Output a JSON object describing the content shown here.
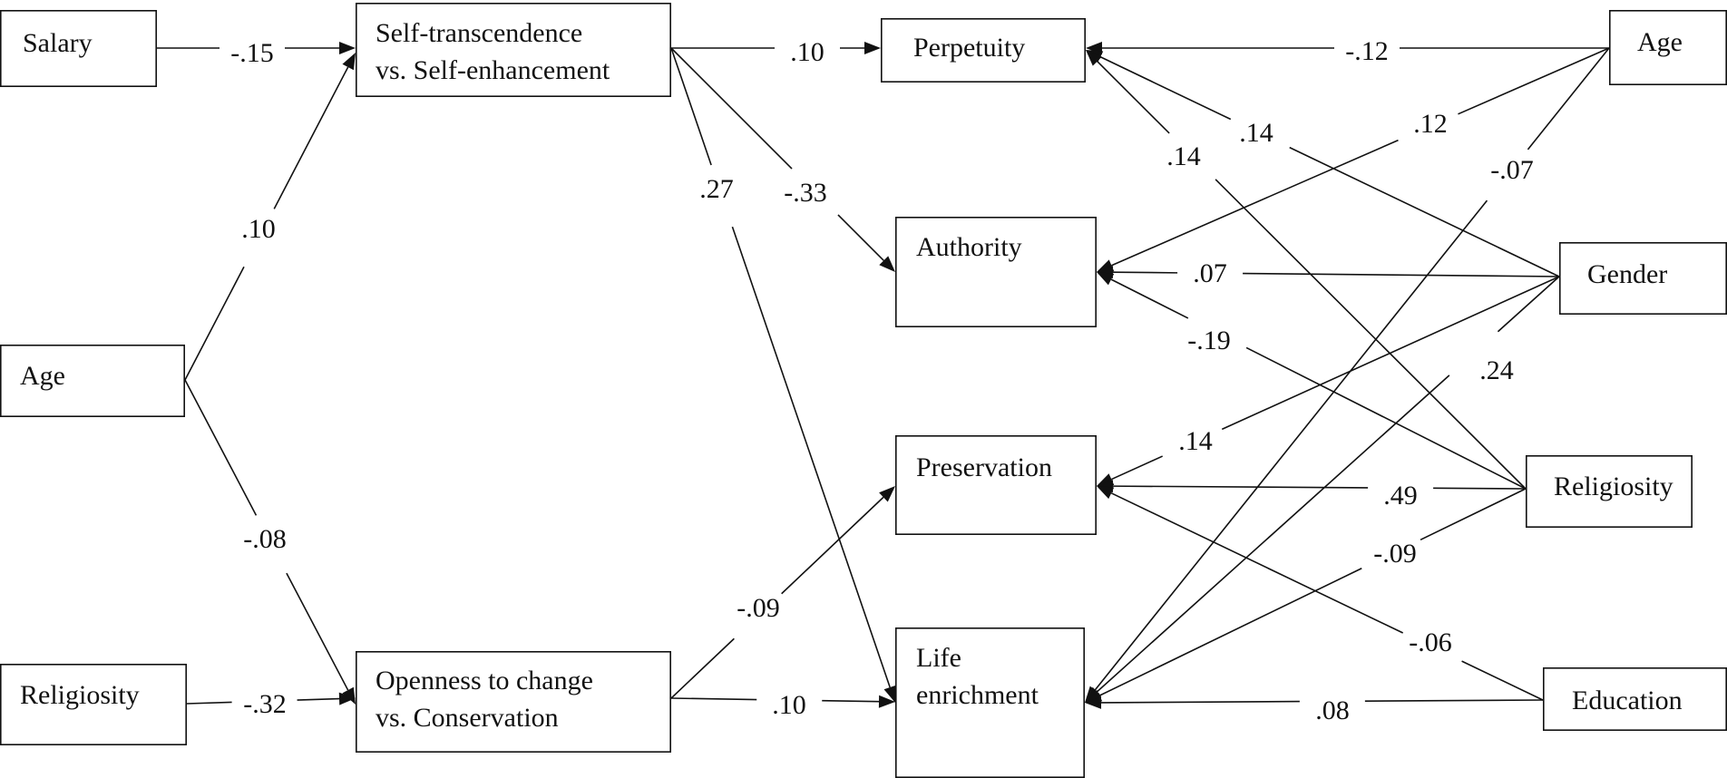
{
  "nodes": {
    "salary": [
      "Salary"
    ],
    "age_left": [
      "Age"
    ],
    "religiosity_left": [
      "Religiosity"
    ],
    "self_transcendence": [
      "Self-transcendence",
      "vs. Self-enhancement"
    ],
    "openness": [
      "Openness to change",
      "vs. Conservation"
    ],
    "perpetuity": [
      "Perpetuity"
    ],
    "authority": [
      "Authority"
    ],
    "preservation": [
      "Preservation"
    ],
    "life_enrichment": [
      "Life",
      "enrichment"
    ],
    "age_right": [
      "Age"
    ],
    "gender": [
      "Gender"
    ],
    "religiosity_right": [
      "Religiosity"
    ],
    "education": [
      "Education"
    ]
  },
  "edges": [
    {
      "from": "salary",
      "to": "self_transcendence",
      "label": "-.15"
    },
    {
      "from": "age_left",
      "to": "self_transcendence",
      "label": ".10"
    },
    {
      "from": "age_left",
      "to": "openness",
      "label": "-.08"
    },
    {
      "from": "religiosity_left",
      "to": "openness",
      "label": "-.32"
    },
    {
      "from": "self_transcendence",
      "to": "perpetuity",
      "label": ".10"
    },
    {
      "from": "self_transcendence",
      "to": "authority",
      "label": "-.33"
    },
    {
      "from": "self_transcendence",
      "to": "life_enrichment",
      "label": ".27"
    },
    {
      "from": "openness",
      "to": "preservation",
      "label": "-.09"
    },
    {
      "from": "openness",
      "to": "life_enrichment",
      "label": ".10"
    },
    {
      "from": "age_right",
      "to": "perpetuity",
      "label": "-.12"
    },
    {
      "from": "age_right",
      "to": "authority",
      "label": ".12"
    },
    {
      "from": "age_right",
      "to": "life_enrichment",
      "label": "-.07"
    },
    {
      "from": "gender",
      "to": "perpetuity",
      "label": ".14"
    },
    {
      "from": "gender",
      "to": "authority",
      "label": ".07"
    },
    {
      "from": "gender",
      "to": "preservation",
      "label": ".14"
    },
    {
      "from": "gender",
      "to": "life_enrichment",
      "label": ".24"
    },
    {
      "from": "religiosity_right",
      "to": "perpetuity",
      "label": ".14"
    },
    {
      "from": "religiosity_right",
      "to": "authority",
      "label": "-.19"
    },
    {
      "from": "religiosity_right",
      "to": "preservation",
      "label": ".49"
    },
    {
      "from": "religiosity_right",
      "to": "life_enrichment",
      "label": "-.09"
    },
    {
      "from": "education",
      "to": "preservation",
      "label": "-.06"
    },
    {
      "from": "education",
      "to": "life_enrichment",
      "label": ".08"
    }
  ]
}
